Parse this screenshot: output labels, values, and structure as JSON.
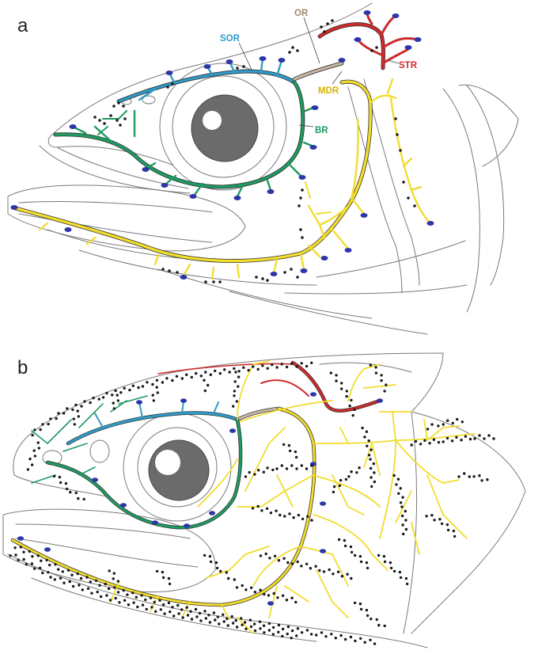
{
  "figure": {
    "panels": [
      {
        "letter": "a",
        "labels": [
          {
            "key": "sor",
            "text": "SOR"
          },
          {
            "key": "or",
            "text": "OR"
          },
          {
            "key": "str",
            "text": "STR"
          },
          {
            "key": "mdr",
            "text": "MDR"
          },
          {
            "key": "br",
            "text": "BR"
          }
        ]
      },
      {
        "letter": "b",
        "labels": []
      }
    ]
  },
  "colors": {
    "sor": "#2e9cc8",
    "or": "#c9b9a2",
    "str": "#cc2b2b",
    "mdr": "#f2dc2e",
    "br": "#1f9a61",
    "or_label": "#a08a70",
    "mdr_label": "#d9b400",
    "pore": "#2d36a6",
    "neuromast": "#1a1a1a",
    "outline": "#7a7a7a"
  }
}
